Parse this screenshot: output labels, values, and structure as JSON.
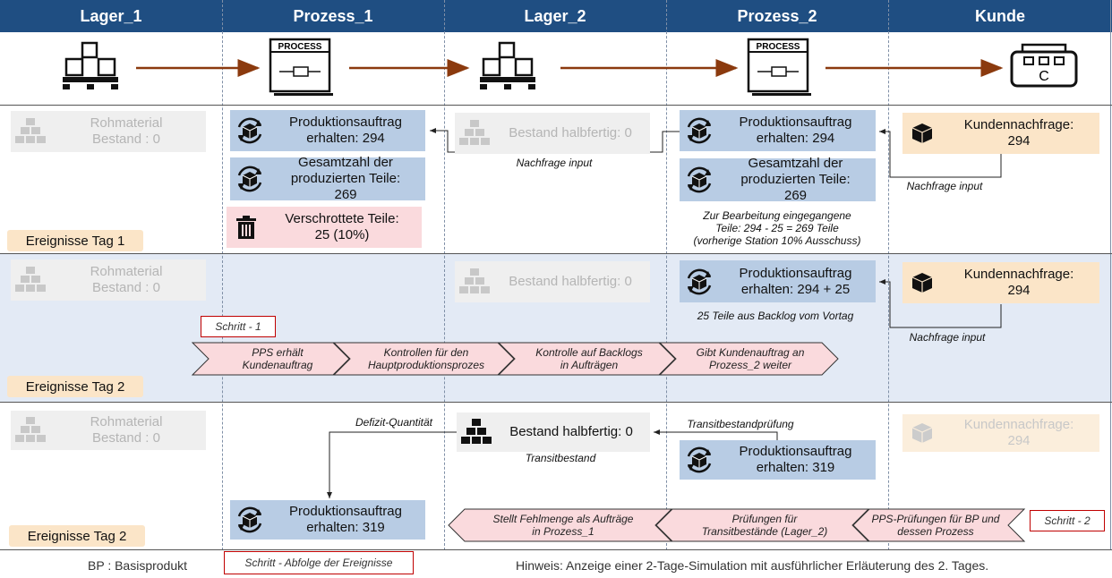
{
  "header": [
    "Lager_1",
    "Prozess_1",
    "Lager_2",
    "Prozess_2",
    "Kunde"
  ],
  "process_icon_label": "PROCESS",
  "customer_icon_label": "C",
  "row1": {
    "lager1": [
      "Rohmaterial",
      "Bestand : 0"
    ],
    "p1_order": [
      "Produktionsauftrag",
      "erhalten: 294"
    ],
    "p1_total": [
      "Gesamtzahl der",
      "produzierten Teile:",
      "269"
    ],
    "p1_scrap": [
      "Verschrottete Teile:",
      "25 (10%)"
    ],
    "lager2": "Bestand halbfertig: 0",
    "lager2_note": "Nachfrage input",
    "p2_order": [
      "Produktionsauftrag",
      "erhalten: 294"
    ],
    "p2_total": [
      "Gesamtzahl der",
      "produzierten Teile:",
      "269"
    ],
    "p2_note": [
      "Zur Bearbeitung eingegangene",
      "Teile: 294 - 25 = 269 Teile",
      "(vorherige Station 10% Ausschuss)"
    ],
    "kunde": [
      "Kundennachfrage:",
      "294"
    ],
    "kunde_note": "Nachfrage input",
    "event": "Ereignisse Tag 1"
  },
  "row2": {
    "lager1": [
      "Rohmaterial",
      "Bestand : 0"
    ],
    "lager2": "Bestand halbfertig: 0",
    "p2_order": [
      "Produktionsauftrag",
      "erhalten: 294 + 25"
    ],
    "p2_note": "25 Teile aus Backlog vom Vortag",
    "kunde": [
      "Kundennachfrage:",
      "294"
    ],
    "kunde_note": "Nachfrage input",
    "step": "Schritt - 1",
    "chevrons": [
      [
        "PPS erhält",
        "Kundenauftrag"
      ],
      [
        "Kontrollen für den",
        "Hauptproduktionsprozes"
      ],
      [
        "Kontrolle auf Backlogs",
        "in Aufträgen"
      ],
      [
        "Gibt Kundenauftrag an",
        "Prozess_2 weiter"
      ]
    ],
    "event": "Ereignisse Tag 2"
  },
  "row3": {
    "lager1": [
      "Rohmaterial",
      "Bestand : 0"
    ],
    "deficit_label": "Defizit-Quantität",
    "lager2": "Bestand halbfertig: 0",
    "lager2_note": "Transitbestand",
    "transit_label": "Transitbestandprüfung",
    "p2_order": [
      "Produktionsauftrag",
      "erhalten: 319"
    ],
    "kunde": [
      "Kundennachfrage:",
      "294"
    ],
    "p1_order": [
      "Produktionsauftrag",
      "erhalten: 319"
    ],
    "step": "Schritt - 2",
    "chevrons": [
      [
        "Stellt Fehlmenge als Aufträge",
        "in Prozess_1"
      ],
      [
        "Prüfungen für",
        "Transitbestände (Lager_2)"
      ],
      [
        "PPS-Prüfungen für BP und",
        "dessen Prozess"
      ]
    ],
    "event": "Ereignisse Tag 2"
  },
  "footer": {
    "bp": "BP : Basisprodukt",
    "legend": "Schritt - Abfolge der Ereignisse",
    "note": "Hinweis: Anzeige einer 2-Tage-Simulation mit ausführlicher Erläuterung des 2. Tages."
  },
  "colors": {
    "header": "#1f4e82",
    "blue_box": "#b8cce4",
    "orange_box": "#fbe5c8",
    "pink": "#fadadd",
    "flow_arrow": "#8b3a0e",
    "step_border": "#c00000"
  }
}
